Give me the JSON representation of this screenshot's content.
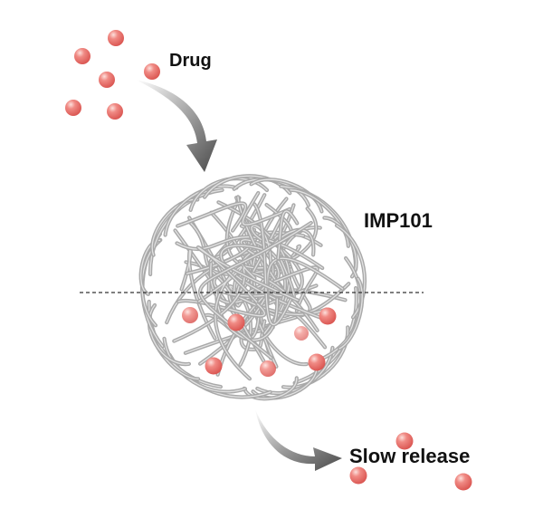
{
  "labels": {
    "drug": "Drug",
    "carrier": "IMP101",
    "release": "Slow release"
  },
  "colors": {
    "drug_particle": "#e8625e",
    "drug_particle_highlight": "#fbd4d0",
    "polymer_strand": "#a9a9a9",
    "polymer_highlight": "#e2e2e2",
    "arrow_dark": "#555555",
    "dashed_line": "#333333"
  }
}
